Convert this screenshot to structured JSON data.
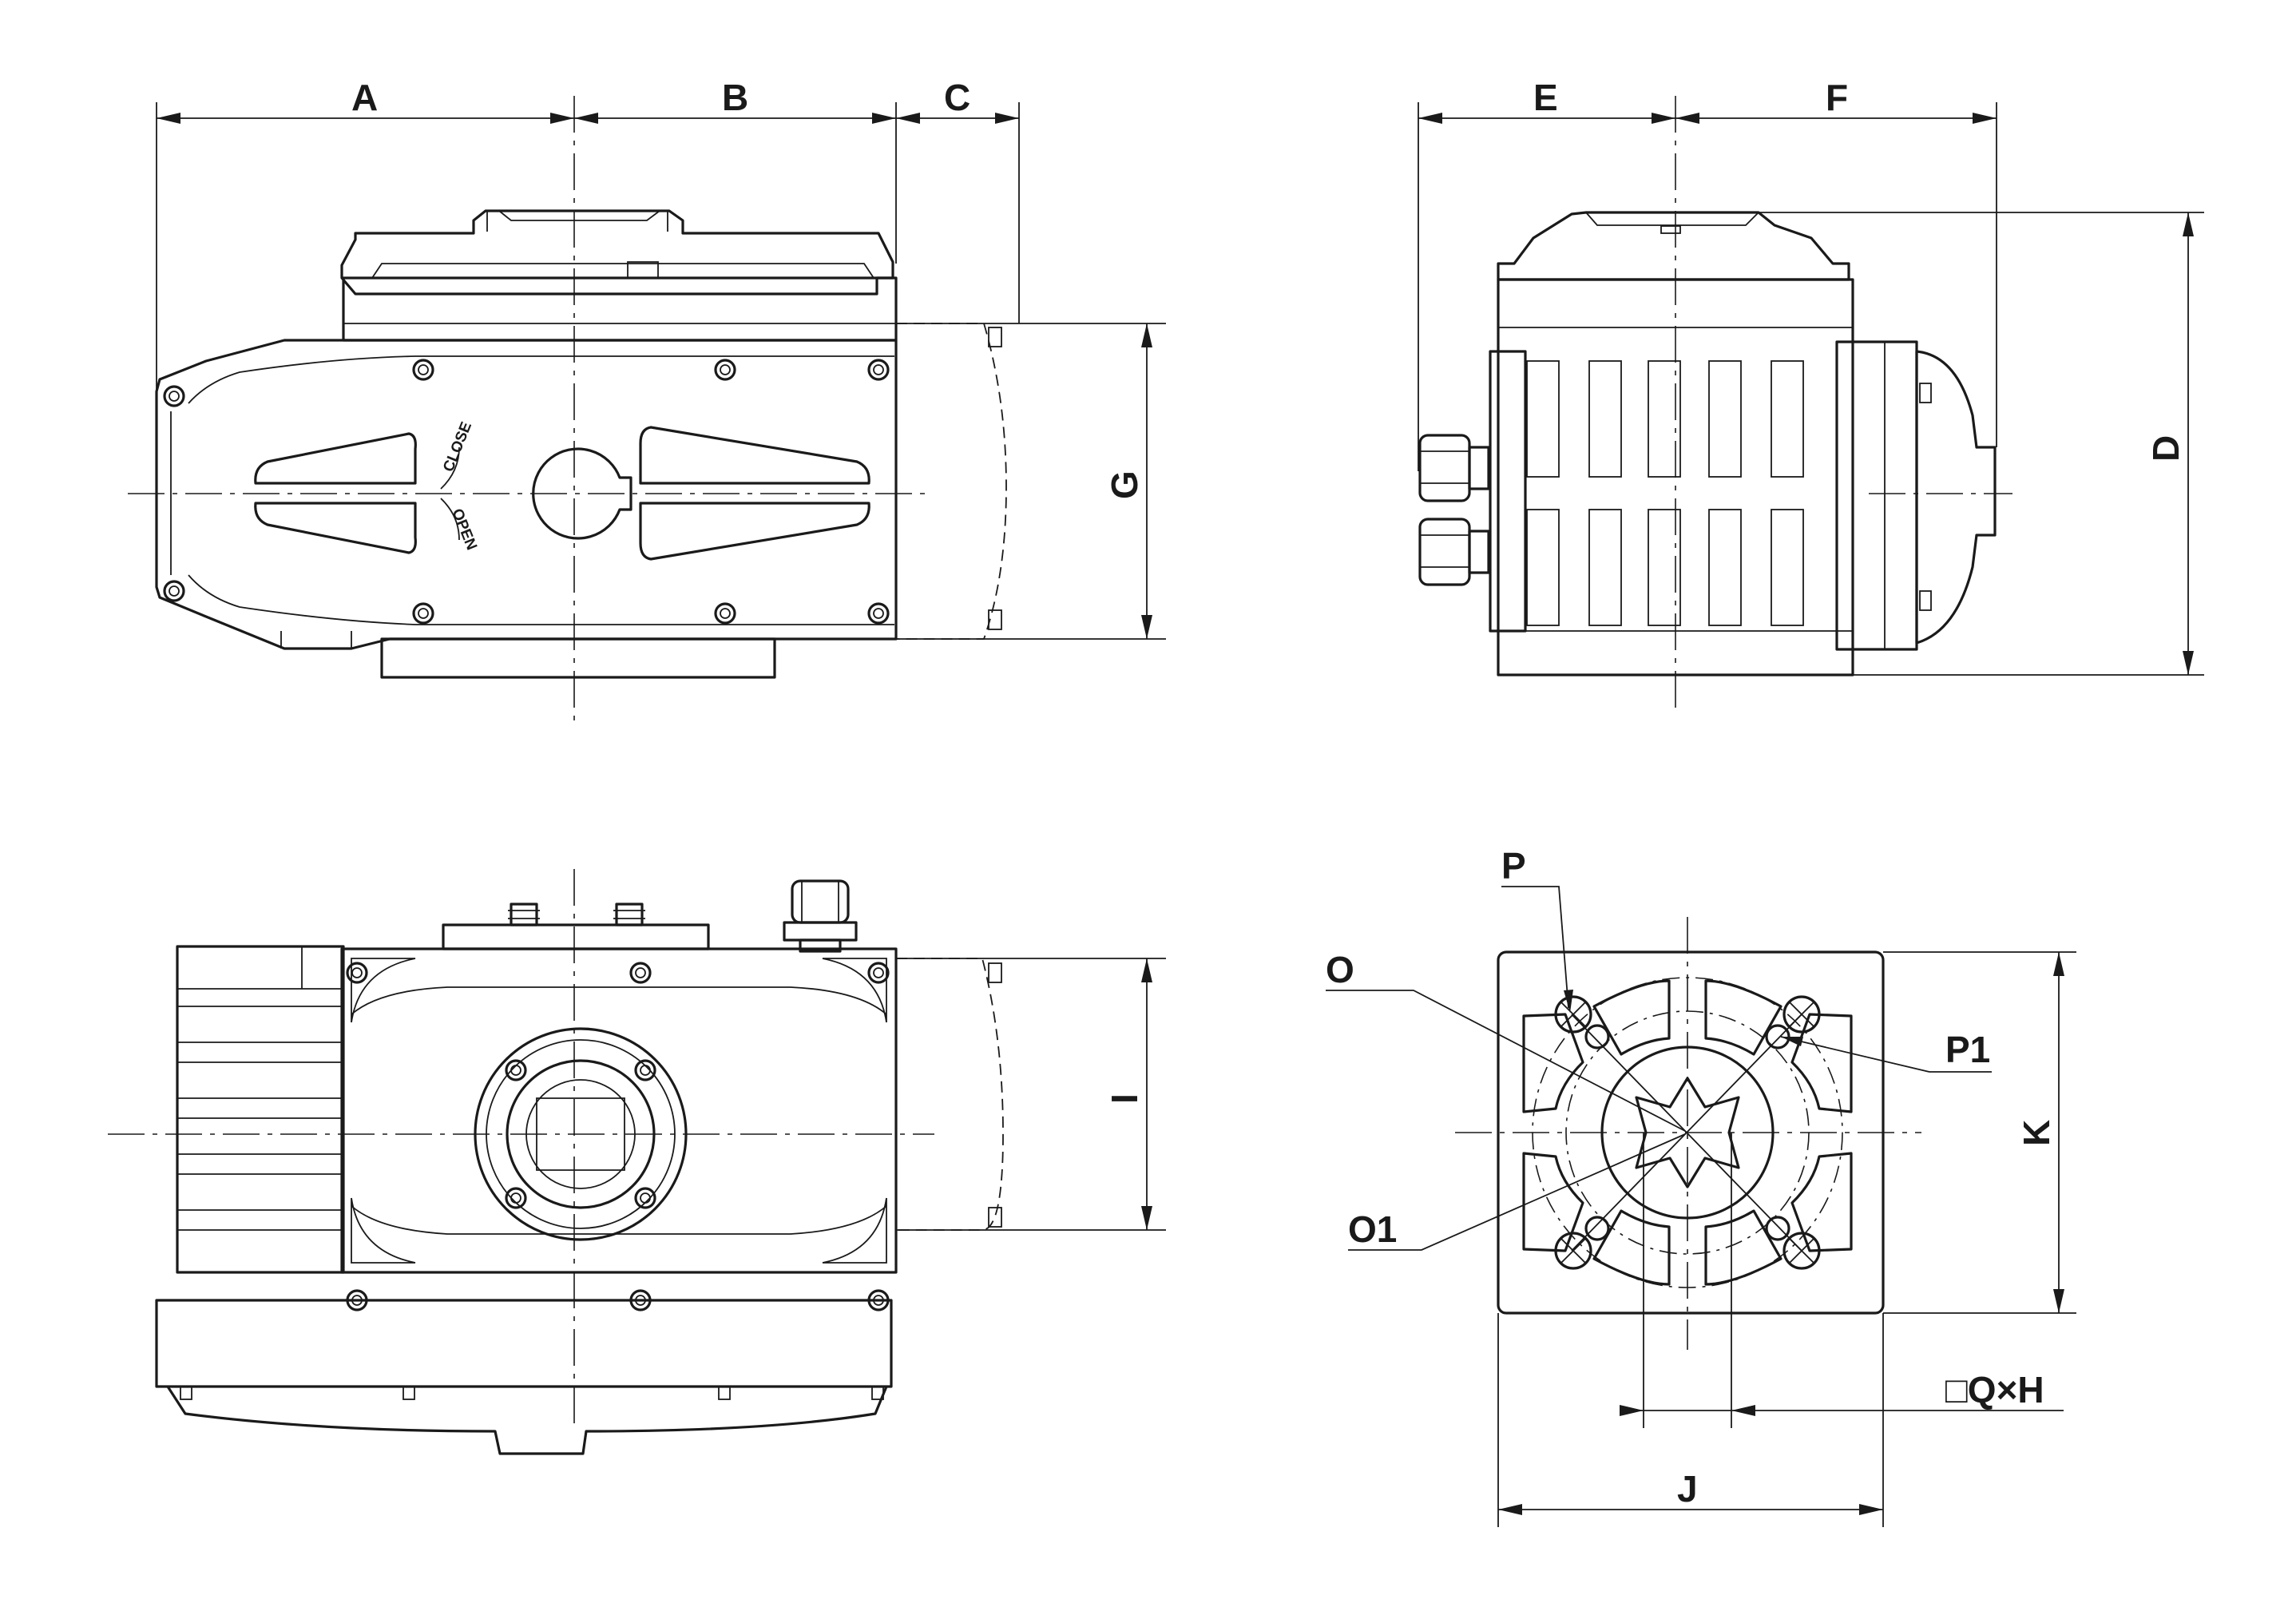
{
  "dimensions": {
    "A": "A",
    "B": "B",
    "C": "C",
    "D": "D",
    "E": "E",
    "F": "F",
    "G": "G",
    "I": "I",
    "J": "J",
    "K": "K",
    "O": "O",
    "O1": "O1",
    "P": "P",
    "P1": "P1",
    "QH": "□Q×H"
  },
  "markings": {
    "open": "OPEN",
    "close": "CLOSE"
  }
}
